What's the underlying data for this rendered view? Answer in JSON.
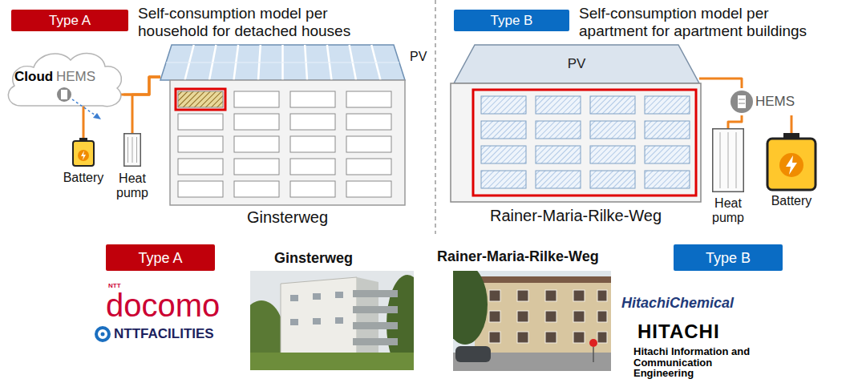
{
  "diagram": {
    "nodes": [
      {
        "text": [
          "Type A"
        ]
      },
      {
        "text": [
          "Type B"
        ]
      },
      {
        "text": [
          "Cloud",
          "HEMS"
        ]
      },
      {
        "text": [
          "PV"
        ]
      },
      {
        "text": [
          "Ginsterweg"
        ]
      },
      {
        "text": [
          "Battery"
        ]
      },
      {
        "text": [
          "Heat pump"
        ]
      },
      {
        "text": [
          "PV"
        ]
      },
      {
        "text": [
          "Rainer-Maria-Rilke-Weg"
        ]
      },
      {
        "text": [
          "HEMS"
        ]
      },
      {
        "text": [
          "Heat pump"
        ]
      },
      {
        "text": [
          "Battery"
        ]
      },
      {
        "text": [
          "Type A"
        ]
      },
      {
        "text": [
          "Type B"
        ]
      }
    ],
    "edges": [
      {
        "from": 2,
        "to": 3,
        "arrow": "none"
      },
      {
        "from": 3,
        "to": 5,
        "arrow": "none"
      },
      {
        "from": 3,
        "to": 6,
        "arrow": "none"
      },
      {
        "from": 7,
        "to": 9,
        "arrow": "none"
      },
      {
        "from": 9,
        "to": 10,
        "arrow": "none"
      },
      {
        "from": 9,
        "to": 11,
        "arrow": "none"
      }
    ],
    "labels": [
      "Self-consumption model per household for detached houses",
      "Self-consumption model per apartment for apartment buildings",
      "Ginsterweg",
      "Rainer-Maria-Rilke-Weg",
      "NTT",
      "docomo",
      "NTTFACILITIES",
      "HitachiChemical",
      "HITACHI",
      "Hitachi Information and Communication Engineering"
    ]
  }
}
